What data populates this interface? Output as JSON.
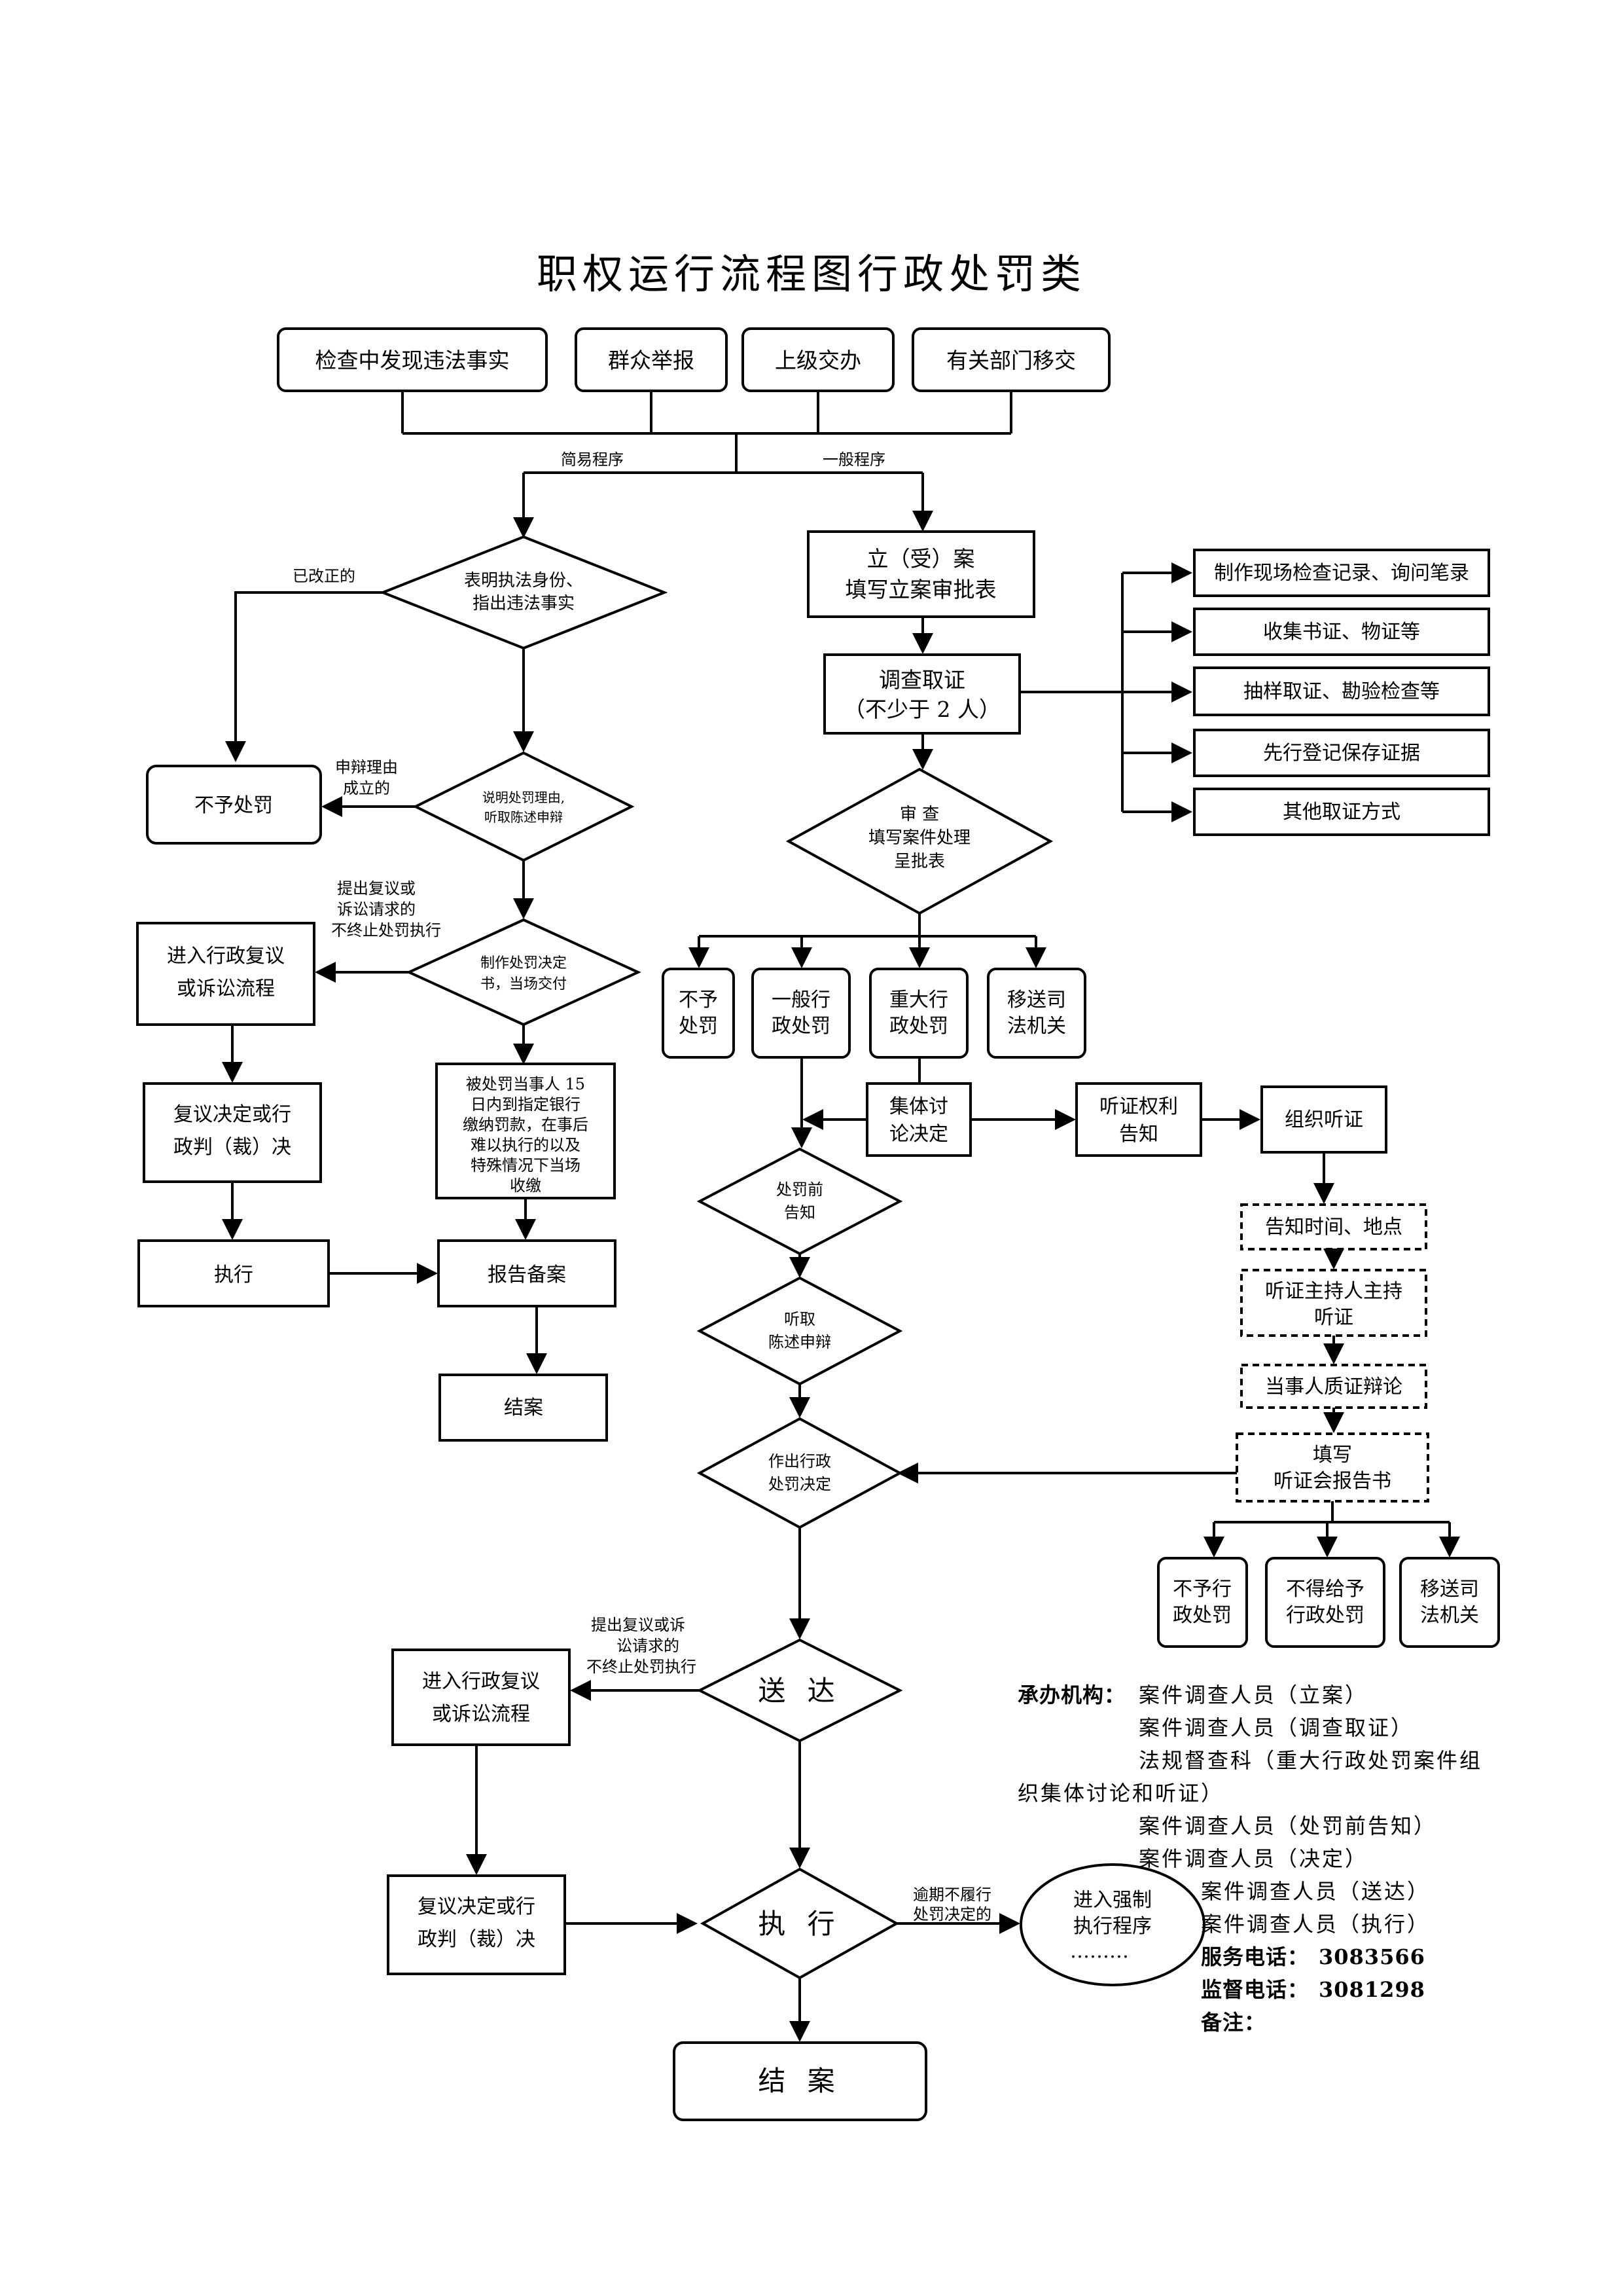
{
  "title": "职权运行流程图行政处罚类",
  "sources": [
    "检查中发现违法事实",
    "群众举报",
    "上级交办",
    "有关部门移交"
  ],
  "branch_labels": {
    "simple": "简易程序",
    "general": "一般程序"
  },
  "simple": {
    "d1": [
      "表明执法身份、",
      "指出违法事实"
    ],
    "corrected": "已改正的",
    "no_penalty": "不予处罚",
    "defense_ok": [
      "申辩理由",
      "成立的"
    ],
    "d2": [
      "说明处罚理由,",
      "听取陈述申辩"
    ],
    "appeal_note": [
      "提出复议或",
      "诉讼请求的",
      "不终止处罚执行"
    ],
    "d3": [
      "制作处罚决定",
      "书，当场交付"
    ],
    "review_flow": [
      "进入行政复议",
      "或诉讼流程"
    ],
    "review_decision": [
      "复议决定或行",
      "政判（裁）决"
    ],
    "execute": "执行",
    "pay_note": [
      "被处罚当事人 15",
      "日内到指定银行",
      "缴纳罚款，在事后",
      "难以执行的以及",
      "特殊情况下当场",
      "收缴"
    ],
    "report": "报告备案",
    "close": "结案"
  },
  "general": {
    "file_case": [
      "立（受）案",
      "填写立案审批表"
    ],
    "investigate": [
      "调查取证",
      "（不少于 2 人）"
    ],
    "evidence": [
      "制作现场检查记录、询问笔录",
      "收集书证、物证等",
      "抽样取证、勘验检查等",
      "先行登记保存证据",
      "其他取证方式"
    ],
    "review": [
      "审  查",
      "填写案件处理",
      "呈批表"
    ],
    "outcomes": [
      [
        "不予",
        "处罚"
      ],
      [
        "一般行",
        "政处罚"
      ],
      [
        "重大行",
        "政处罚"
      ],
      [
        "移送司",
        "法机关"
      ]
    ],
    "collective": [
      "集体讨",
      "论决定"
    ],
    "hearing_rights": [
      "听证权利",
      "告知"
    ],
    "organize_hearing": "组织听证",
    "notice_time": "告知时间、地点",
    "host": [
      "听证主持人主持",
      "听证"
    ],
    "cross_exam": "当事人质证辩论",
    "report_book": [
      "填写",
      "听证会报告书"
    ],
    "hearing_outcomes": [
      [
        "不予行",
        "政处罚"
      ],
      [
        "不得给予",
        "行政处罚"
      ],
      [
        "移送司",
        "法机关"
      ]
    ],
    "pre_notice": [
      "处罚前",
      "告知"
    ],
    "listen": [
      "听取",
      "陈述申辩"
    ],
    "decide": [
      "作出行政",
      "处罚决定"
    ],
    "deliver": "送  达",
    "appeal_note": [
      "提出复议或诉",
      "讼请求的",
      "不终止处罚执行"
    ],
    "review_flow": [
      "进入行政复议",
      "或诉讼流程"
    ],
    "review_decision": [
      "复议决定或行",
      "政判（裁）决"
    ],
    "execute": "执  行",
    "overdue": [
      "逾期不履行",
      "处罚决定的"
    ],
    "enforce": [
      "进入强制",
      "执行程序",
      "………"
    ],
    "close": "结  案"
  },
  "agency": {
    "label": "承办机构：",
    "lines": [
      "案件调查人员（立案）",
      "案件调查人员（调查取证）",
      "法规督查科（重大行政处罚案件组",
      "织集体讨论和听证）",
      "案件调查人员（处罚前告知）",
      "案件调查人员（决定）",
      "案件调查人员（送达）",
      "案件调查人员（执行）"
    ],
    "service_label": "服务电话：",
    "service_phone": "3083566",
    "supervise_label": "监督电话：",
    "supervise_phone": "3081298",
    "remark_label": "备注："
  }
}
